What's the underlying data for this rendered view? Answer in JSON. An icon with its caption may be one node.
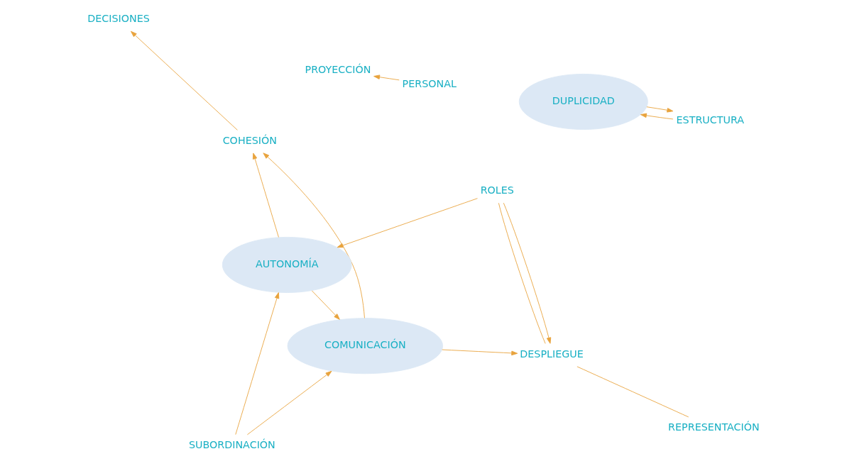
{
  "diagram": {
    "nodes": [
      {
        "text": [
          "DUPLICIDAD"
        ]
      },
      {
        "text": [
          "DECISIONES"
        ]
      },
      {
        "text": [
          "REPRESENTACIÓN"
        ]
      },
      {
        "text": [
          "PROYECCIÓN"
        ]
      },
      {
        "text": [
          "PERSONAL"
        ]
      },
      {
        "text": [
          "DESPLIEGUE"
        ]
      },
      {
        "text": [
          "ESTRUCTURA"
        ]
      },
      {
        "text": [
          "COHESIÓN"
        ]
      },
      {
        "text": [
          "COMUNICACIÓN"
        ]
      },
      {
        "text": [
          "AUTONOMÍA"
        ]
      },
      {
        "text": [
          "SUBORDINACIÓN"
        ]
      },
      {
        "text": [
          "ROLES"
        ]
      }
    ],
    "edges": [
      {
        "from": 0,
        "to": 6,
        "arrow": "to"
      },
      {
        "from": 6,
        "to": 0,
        "arrow": "to"
      },
      {
        "from": 7,
        "to": 1,
        "arrow": "to"
      },
      {
        "from": 4,
        "to": 3,
        "arrow": "to"
      },
      {
        "from": 2,
        "to": 5,
        "arrow": "none"
      },
      {
        "from": 8,
        "to": 5,
        "arrow": "to"
      },
      {
        "from": 8,
        "to": 7,
        "arrow": "to"
      },
      {
        "from": 9,
        "to": 7,
        "arrow": "to"
      },
      {
        "from": 9,
        "to": 8,
        "arrow": "to"
      },
      {
        "from": 10,
        "to": 8,
        "arrow": "to"
      },
      {
        "from": 10,
        "to": 9,
        "arrow": "to"
      },
      {
        "from": 11,
        "to": 5,
        "arrow": "to"
      },
      {
        "from": 5,
        "to": 11,
        "arrow": "none"
      },
      {
        "from": 11,
        "to": 9,
        "arrow": "to"
      }
    ]
  }
}
